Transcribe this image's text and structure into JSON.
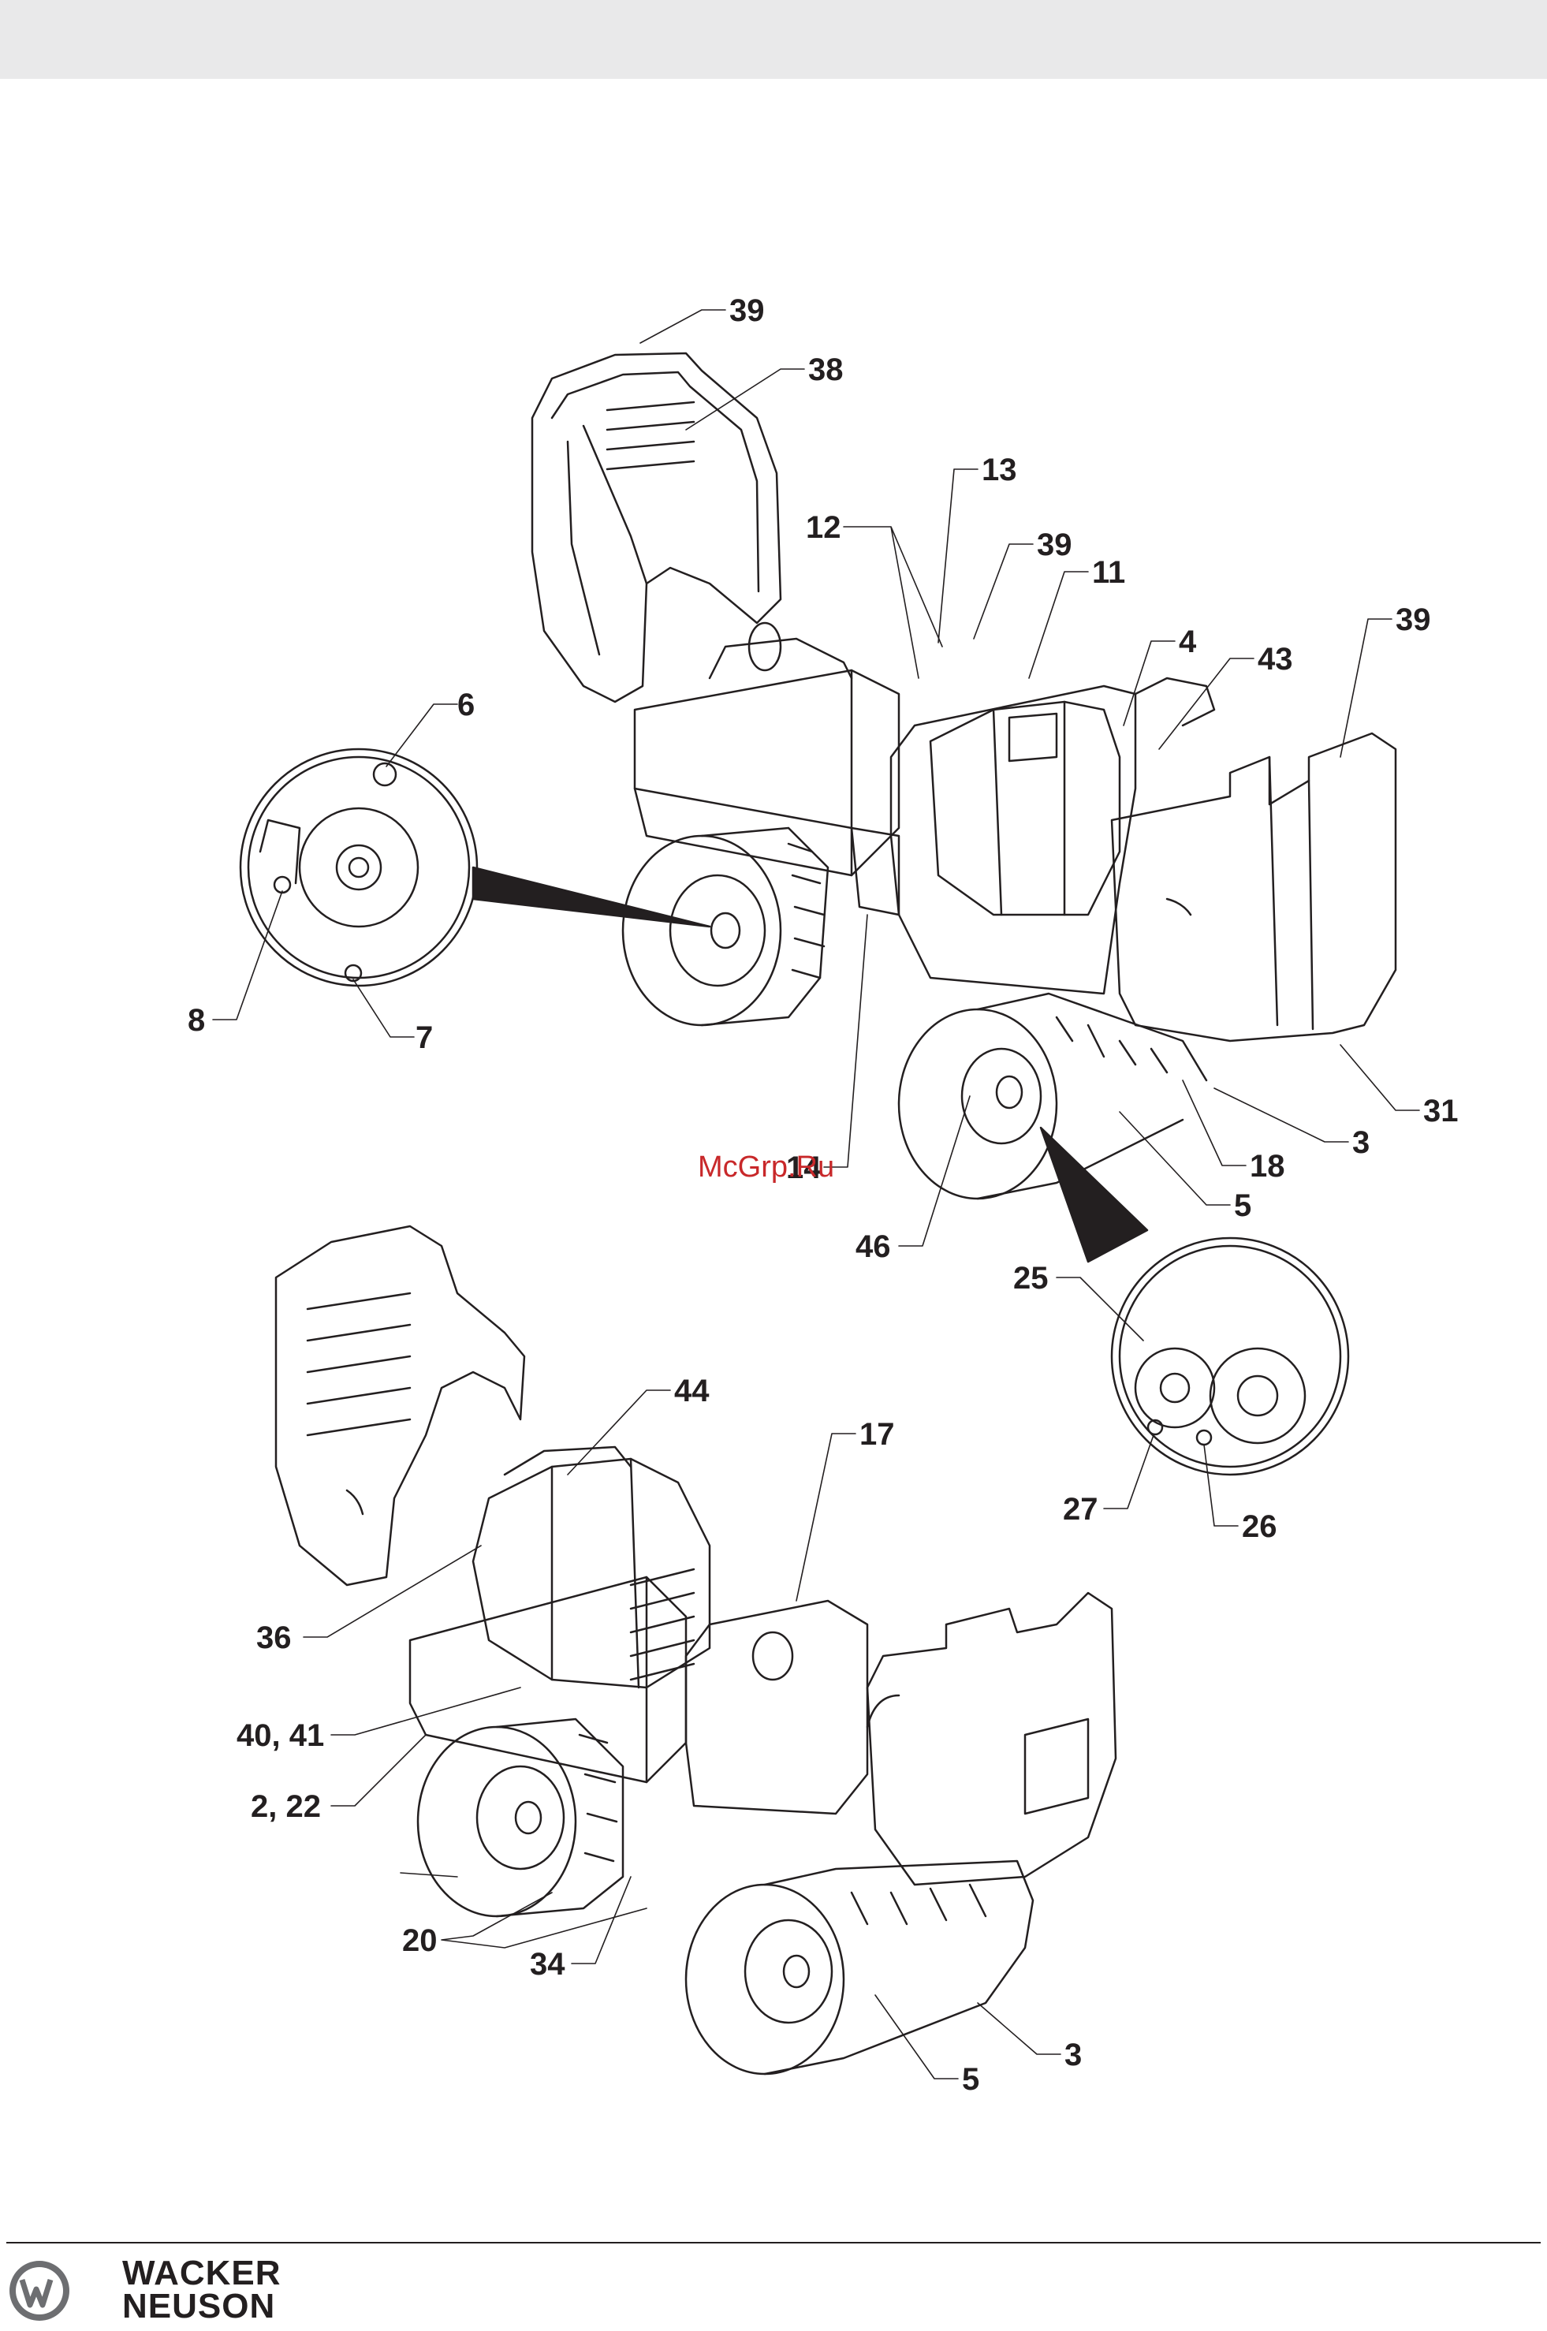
{
  "watermark": "McGrp.Ru",
  "brand": {
    "line1": "WACKER",
    "line2": "NEUSON"
  },
  "callouts": {
    "top": [
      "39",
      "38",
      "13",
      "12",
      "39",
      "11",
      "4",
      "43",
      "39",
      "6",
      "8",
      "7",
      "31",
      "3",
      "18",
      "14",
      "5",
      "46"
    ],
    "inset_right": [
      "25",
      "27",
      "26"
    ],
    "bottom": [
      "44",
      "17",
      "36",
      "40, 41",
      "2, 22",
      "20",
      "34",
      "3",
      "5"
    ]
  },
  "colors": {
    "line": "#231f20",
    "band": "#e9e9ea",
    "watermark": "#c8282a"
  }
}
